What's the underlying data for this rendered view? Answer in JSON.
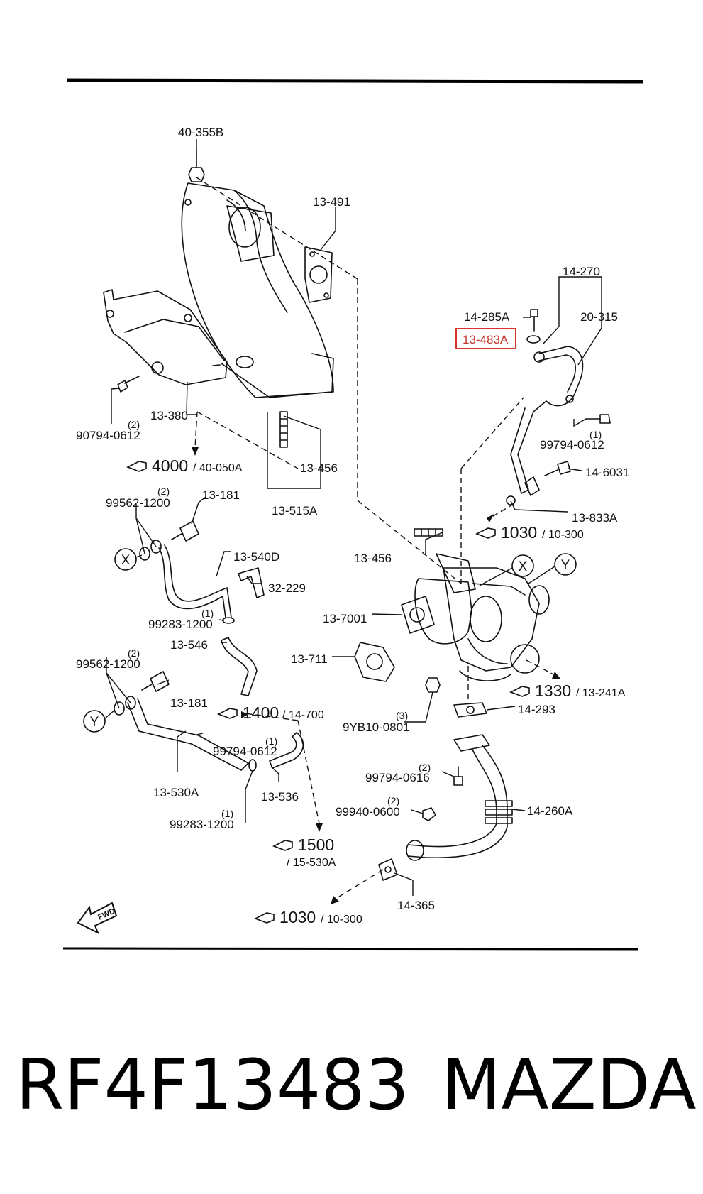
{
  "diagram": {
    "parts": {
      "p40_355B": "40-355B",
      "p13_491": "13-491",
      "p14_270": "14-270",
      "p14_285A": "14-285A",
      "p20_315": "20-315",
      "p13_483A": "13-483A",
      "p13_380": "13-380",
      "p90794_0612": "90794-0612",
      "p99794_0612_top": "99794-0612",
      "p14_6031": "14-6031",
      "p13_456_top": "13-456",
      "p13_515A": "13-515A",
      "p13_833A": "13-833A",
      "p99562_1200_top": "99562-1200",
      "p13_181_top": "13-181",
      "p13_540D": "13-540D",
      "p32_229": "32-229",
      "p13_456_mid": "13-456",
      "p99283_1200_top": "99283-1200",
      "p13_7001": "13-7001",
      "p13_546": "13-546",
      "p13_711": "13-711",
      "p99562_1200_bot": "99562-1200",
      "p13_181_bot": "13-181",
      "p14_293": "14-293",
      "p9YB10_0801": "9YB10-0801",
      "p99794_0612_bot": "99794-0612",
      "p99794_0616": "99794-0616",
      "p13_530A": "13-530A",
      "p13_536": "13-536",
      "p99940_0600": "99940-0600",
      "p14_260A": "14-260A",
      "p99283_1200_bot": "99283-1200",
      "p14_365": "14-365"
    },
    "quantities": {
      "q90794": "(2)",
      "q99794_top": "(1)",
      "q99562_top": "(2)",
      "q99283_top": "(1)",
      "q99562_bot": "(2)",
      "q9YB10": "(3)",
      "q99794_bot": "(1)",
      "q99794_0616": "(2)",
      "q99940": "(2)",
      "q99283_bot": "(1)"
    },
    "references": {
      "r4000_num": "4000",
      "r4000_sub": "/ 40-050A",
      "r1030a_num": "1030",
      "r1030a_sub": "/ 10-300",
      "r1330_num": "1330",
      "r1330_sub": "/ 13-241A",
      "r1400_num": "1400",
      "r1400_sub": "/ 14-700",
      "r1500_num": "1500",
      "r1500_sub": "/ 15-530A",
      "r1030b_num": "1030",
      "r1030b_sub": "/ 10-300"
    },
    "markers": {
      "x": "X",
      "y": "Y",
      "fwd": "FWD"
    },
    "highlighted_part": "13-483A",
    "highlight_color": "#d9342b"
  },
  "footer": {
    "part_number": "RF4F13483",
    "brand": "MAZDA"
  }
}
